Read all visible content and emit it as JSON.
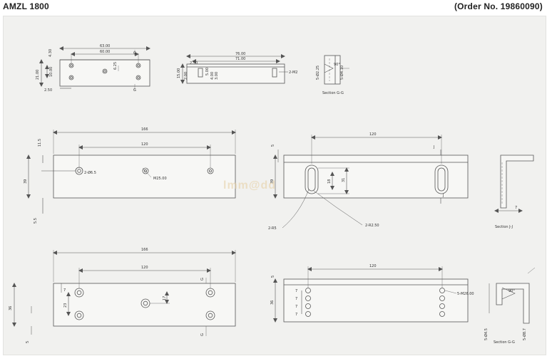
{
  "header": {
    "model": "AMZL 1800",
    "order": "(Order No. 19860090)"
  },
  "watermark": "lmm@dd",
  "colors": {
    "line": "#555555",
    "dim": "#666666",
    "plate": "#f7f7f5",
    "background": "#f1f1ef"
  },
  "views": {
    "top_left": {
      "d1": "63.00",
      "d2": "60.00",
      "d3": "4.30",
      "d4": "21.00",
      "d5": "10.00",
      "d6": "2.50",
      "d7": "6.25",
      "g": "G"
    },
    "top_mid": {
      "d1": "76.00",
      "d2": "71.00",
      "d3": "2.50",
      "d4": "15.00",
      "d5": "2.00",
      "d6": "5.00",
      "d7": "4.00",
      "d8": "3.00",
      "hole": "2-M2"
    },
    "top_right": {
      "d1": "5-Ø2.25",
      "d2": "5-Ø4.10",
      "d3": "90°",
      "section": "Section G-G"
    },
    "mid_left": {
      "overall": "166",
      "spacing": "120",
      "t1": "11.5",
      "h": "39",
      "t2": "5.5",
      "h1": "2-Ø6.5",
      "h2": "M25.00"
    },
    "mid_right": {
      "spacing": "120",
      "t": "5",
      "h": "39",
      "slot_h": "31",
      "slot_w": "18",
      "r1": "2-R5",
      "r2": "2-R2.50",
      "j": "J",
      "j2": "J"
    },
    "mid_section": {
      "dim": "7",
      "section": "Section J-J"
    },
    "bot_left": {
      "overall": "166",
      "spacing": "120",
      "h": "36",
      "v1": "7",
      "v2": "23",
      "v3": "17",
      "t": "5",
      "g1": "G",
      "g2": "G"
    },
    "bot_right": {
      "spacing": "120",
      "t": "5",
      "h": "36",
      "v": "7",
      "hole": "5-M26.00"
    },
    "bot_section": {
      "angle": "90°",
      "d1": "5-Ø4.5",
      "d2": "5-Ø8.7",
      "section": "Section G-G"
    }
  }
}
